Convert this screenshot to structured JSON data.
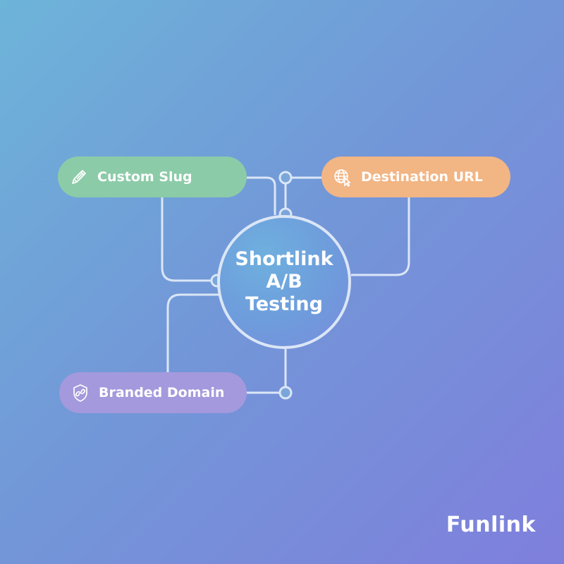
{
  "hub": {
    "lines": [
      "Shortlink",
      "A/B",
      "Testing"
    ]
  },
  "nodes": [
    {
      "id": "slug",
      "label": "Custom Slug",
      "icon": "pencil-icon",
      "color": "#8ccba8"
    },
    {
      "id": "dest",
      "label": "Destination URL",
      "icon": "globe-cursor-icon",
      "color": "#f2b584"
    },
    {
      "id": "brand",
      "label": "Branded Domain",
      "icon": "shield-link-icon",
      "color": "#a499dc"
    }
  ],
  "logo": {
    "text": "Funlink"
  },
  "colors": {
    "bg_start": "#6db4d9",
    "bg_end": "#7f7fdc",
    "wire": "#dbe6f6"
  }
}
